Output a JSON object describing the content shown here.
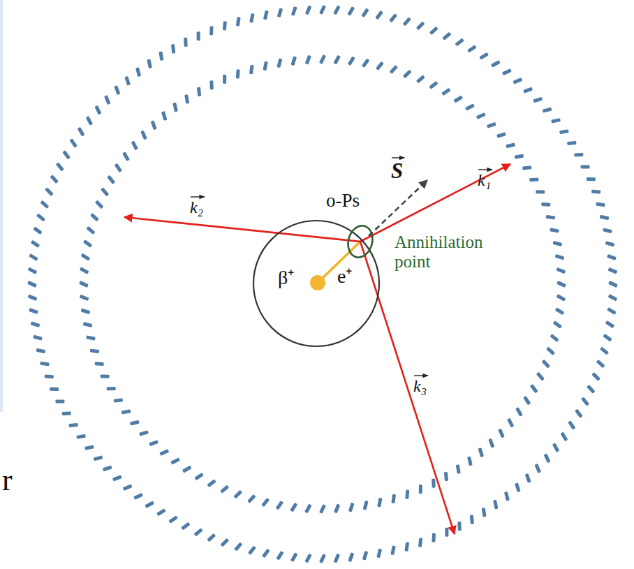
{
  "diagram": {
    "nodes": [
      {
        "text": [
          "β⁺",
          "e⁺"
        ]
      },
      {
        "text": [
          "o-Ps",
          "Annihilation point"
        ]
      }
    ],
    "labels": [
      "S",
      "k₁",
      "k₂",
      "k₃",
      "r"
    ]
  }
}
